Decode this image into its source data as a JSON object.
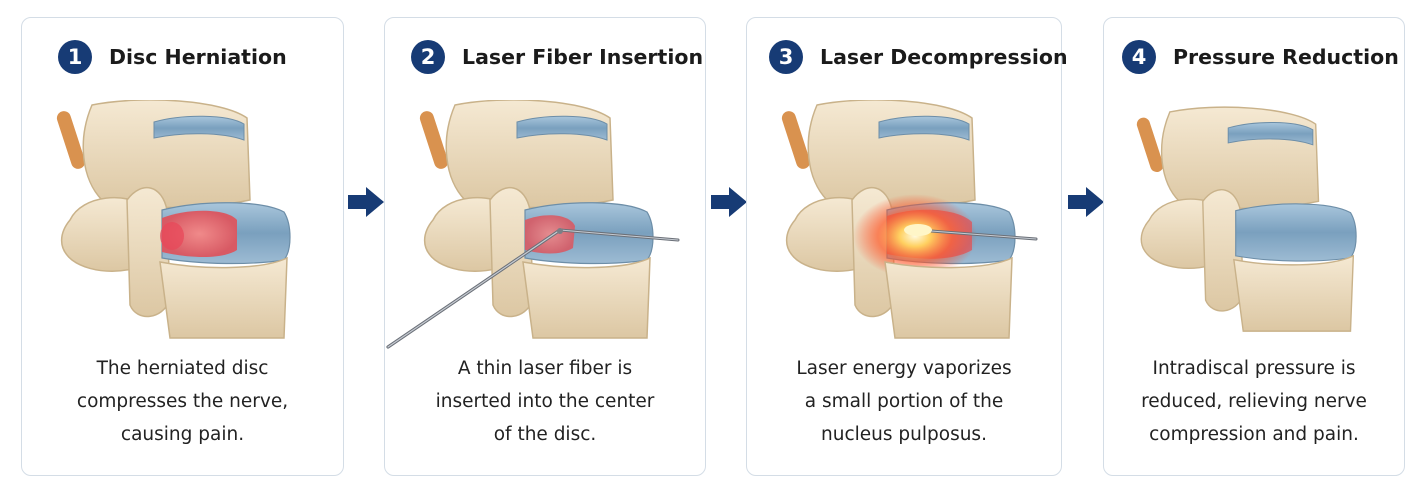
{
  "colors": {
    "accent": "#173b75",
    "card_border": "#d4dde6",
    "bone": "#ecdcc0",
    "disc": "#8fb1cb",
    "herniation": "#e06a6a",
    "laser": "#ff5a2a"
  },
  "steps": [
    {
      "number": "1",
      "title": "Disc Herniation",
      "lines": [
        "The herniated disc",
        "compresses the nerve,",
        "causing pain."
      ]
    },
    {
      "number": "2",
      "title": "Laser Fiber Insertion",
      "lines": [
        "A thin laser fiber is",
        "inserted into the center",
        "of the disc."
      ]
    },
    {
      "number": "3",
      "title": "Laser Decompression",
      "lines": [
        "Laser energy vaporizes",
        "a small portion of the",
        "nucleus pulposus."
      ]
    },
    {
      "number": "4",
      "title": "Pressure Reduction",
      "lines": [
        "Intradiscal pressure is",
        "reduced, relieving nerve",
        "compression and pain."
      ]
    }
  ],
  "icons": {
    "arrow": "right-arrow-icon"
  }
}
